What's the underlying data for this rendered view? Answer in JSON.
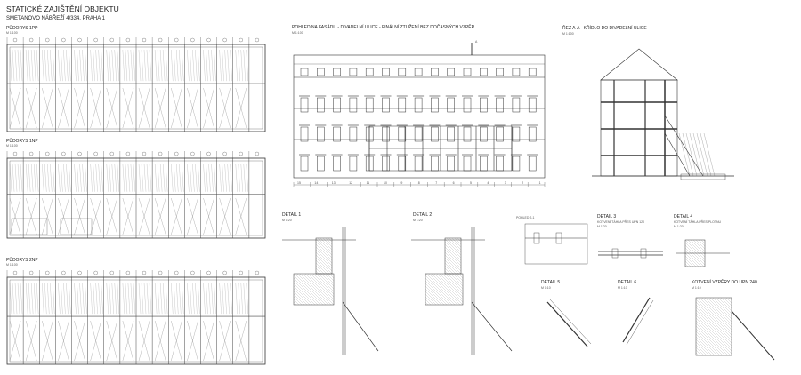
{
  "title": "STATICKÉ ZAJIŠTĚNÍ OBJEKTU",
  "subtitle": "SMETANOVO NÁBŘEŽÍ 4/334, PRAHA 1",
  "plans": [
    {
      "title": "PŮDORYS 1PP",
      "scale": "M 1:100"
    },
    {
      "title": "PŮDORYS 1NP",
      "scale": "M 1:100"
    },
    {
      "title": "PŮDORYS 2NP",
      "scale": "M 1:100"
    }
  ],
  "facade": {
    "title": "POHLED NA FASÁDU - DIVADELNÍ ULICE - FINÁLNÍ ZTUŽENÍ BEZ DOČASNÝCH VZPĚR",
    "scale": "M 1:100",
    "section_mark": "A",
    "axes": [
      "15",
      "14",
      "13",
      "12",
      "11",
      "10",
      "9",
      "8",
      "7",
      "6",
      "5",
      "4",
      "3",
      "2",
      "1"
    ]
  },
  "section": {
    "title": "ŘEZ A-A - KŘÍDLO DO DIVADELNÍ ULICE",
    "scale": "M 1:100"
  },
  "details": [
    {
      "title": "DETAIL 1",
      "scale": "M 1:20",
      "desc": ""
    },
    {
      "title": "DETAIL 2",
      "scale": "M 1:20",
      "desc": ""
    },
    {
      "title": "POHLED 2-1",
      "scale": "",
      "desc": ""
    },
    {
      "title": "DETAIL 3",
      "scale": "M 1:20",
      "desc": "KOTVENÍ TÁHLA PŘES UPN 120"
    },
    {
      "title": "DETAIL 4",
      "scale": "M 1:20",
      "desc": "KOTVENÍ TÁHLA PŘES PLOTNU"
    },
    {
      "title": "DETAIL 5",
      "scale": "M 1:10",
      "desc": ""
    },
    {
      "title": "DETAIL 6",
      "scale": "M 1:10",
      "desc": ""
    },
    {
      "title": "KOTVENÍ VZPĚRY DO UPN 240",
      "scale": "M 1:10",
      "desc": ""
    }
  ]
}
